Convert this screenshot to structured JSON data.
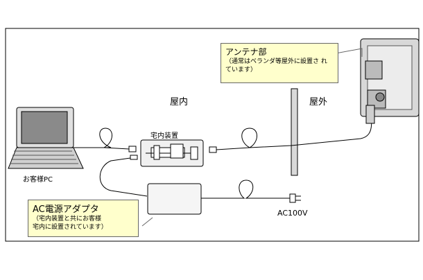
{
  "labels": {
    "indoor": "屋内",
    "outdoor": "屋外",
    "indoor_unit": "宅内装置",
    "customer_pc": "お客様PC",
    "ac_voltage": "AC100V"
  },
  "antenna_callout": {
    "title": "アンテナ部",
    "line1": "（通常はベランダ等屋外に設置さ れ",
    "line2": "ています）"
  },
  "adapter_callout": {
    "title": "AC電源アダプタ",
    "line1": "（宅内装置と共にお客様",
    "line2": "宅内に設置されています）"
  }
}
